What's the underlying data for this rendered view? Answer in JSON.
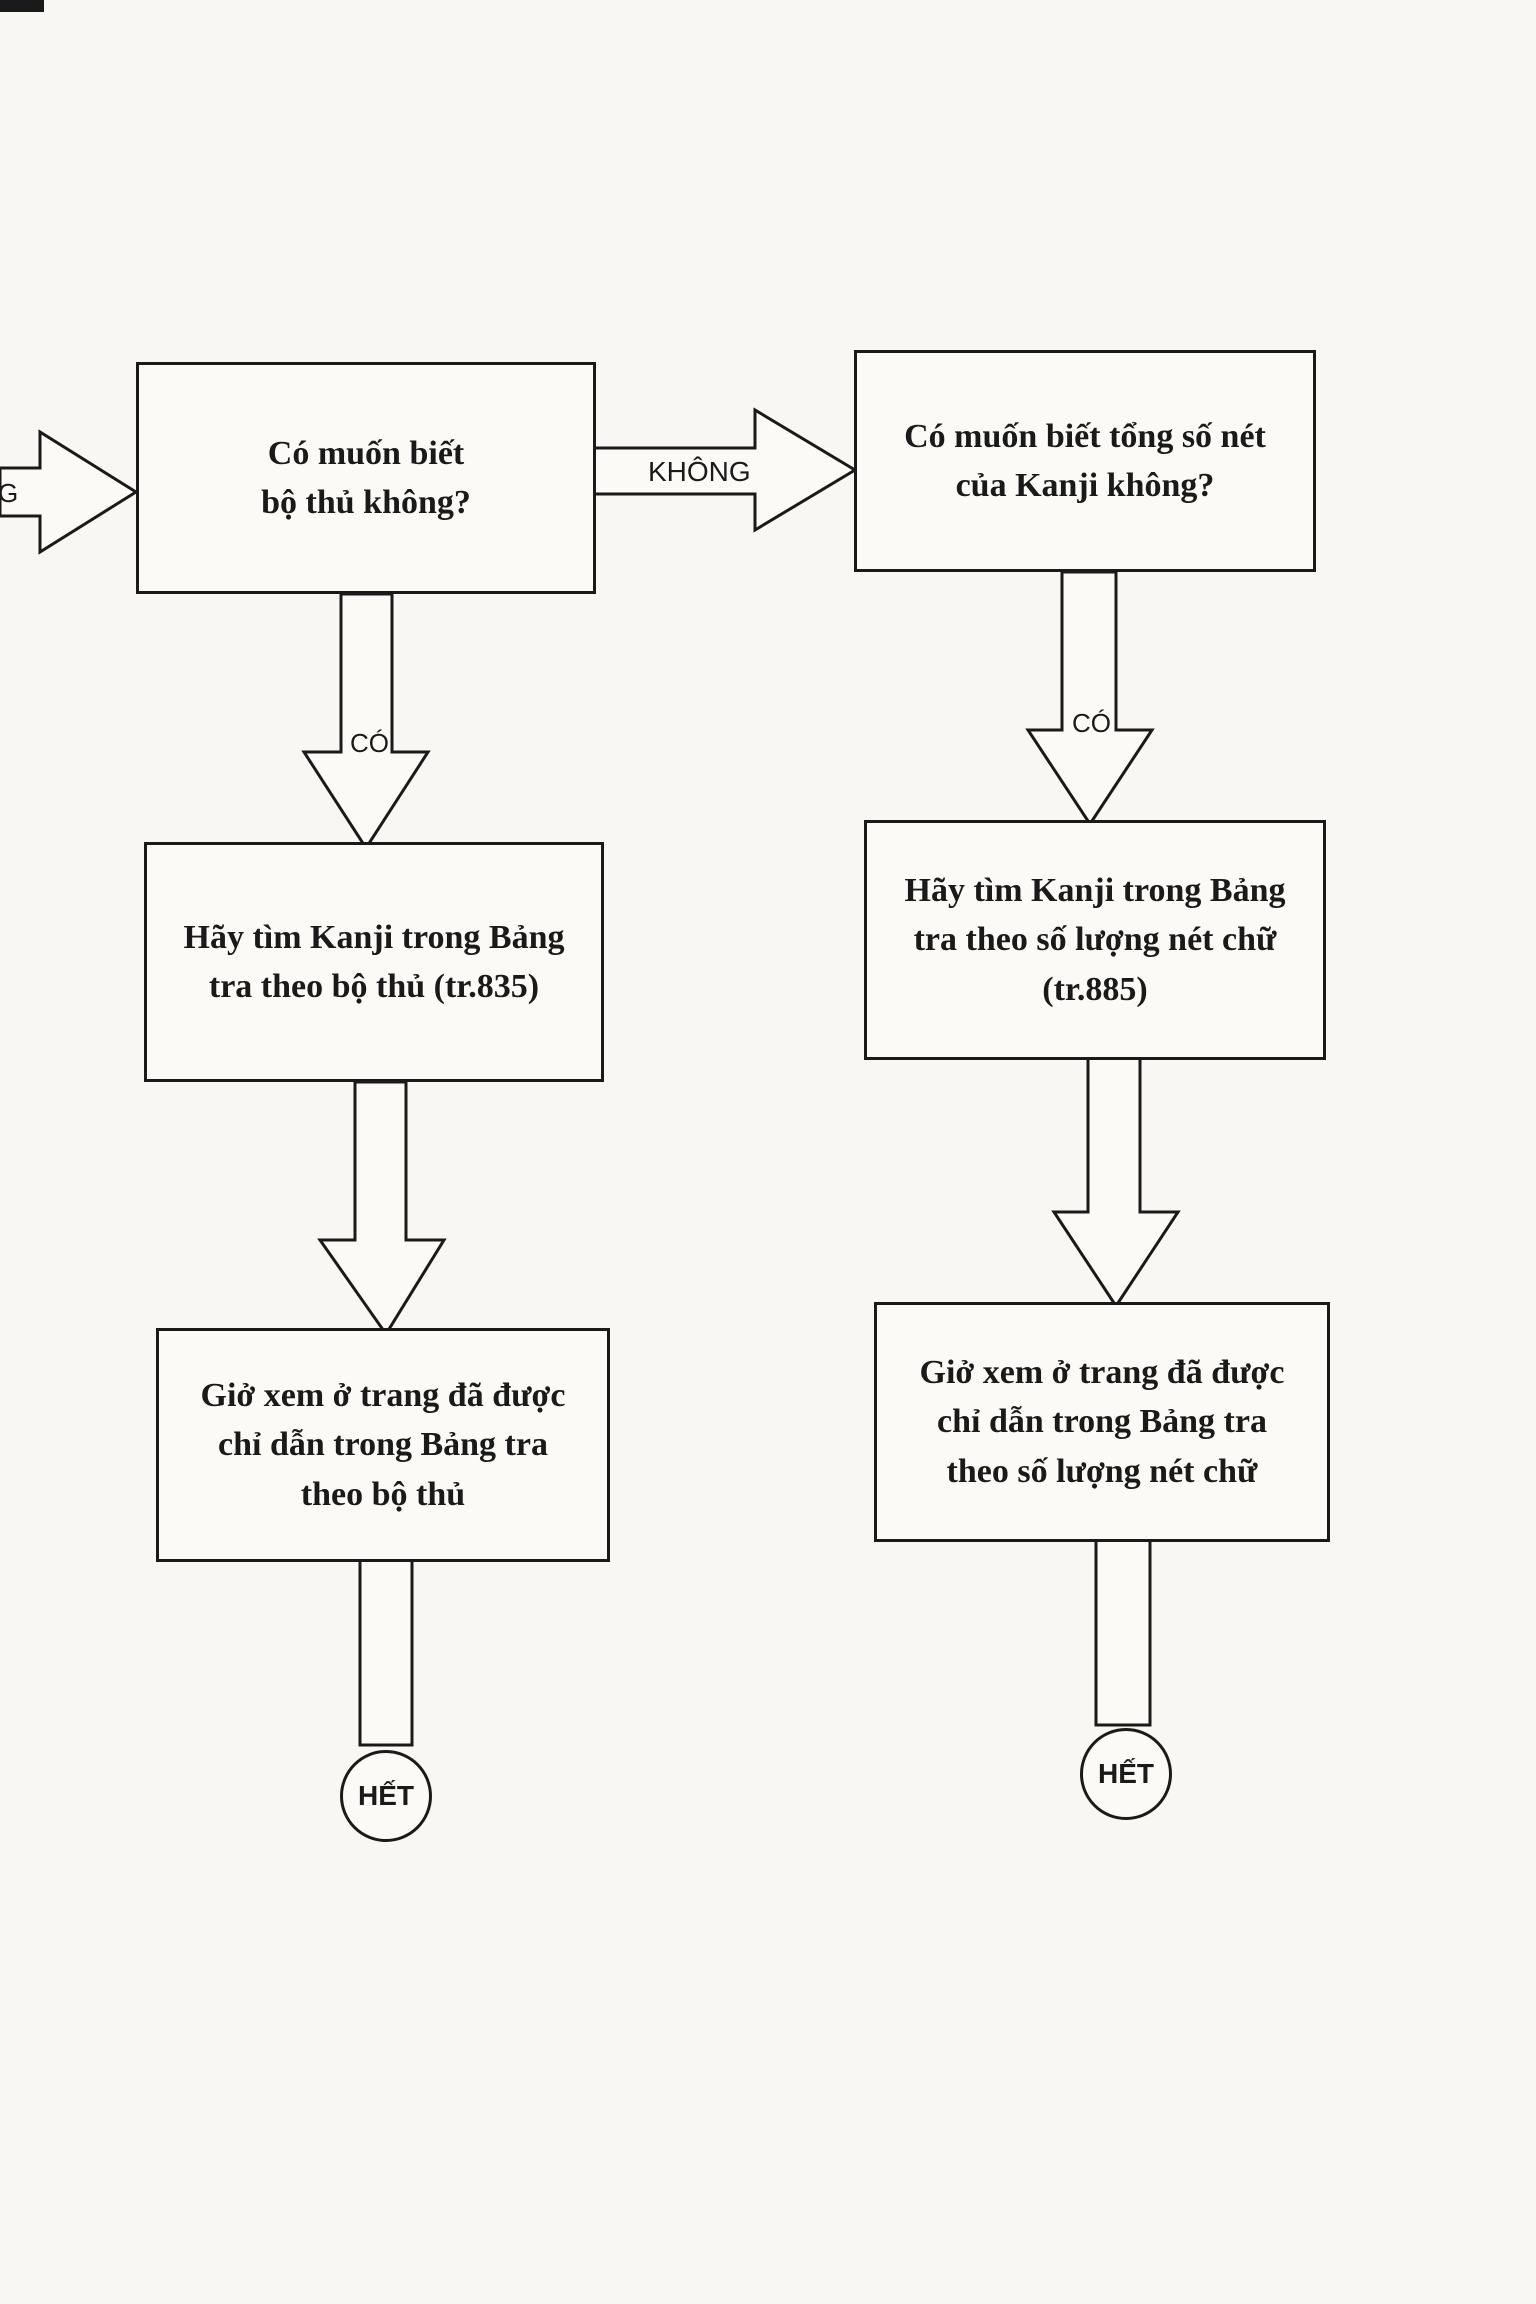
{
  "left_branch": {
    "entry_label": "G",
    "question": "Có muốn biết\nbộ thủ không?",
    "yes_label": "CÓ",
    "action": "Hãy tìm Kanji trong Bảng\ntra theo bộ thủ (tr.835)",
    "result": "Giở xem ở trang đã được\nchỉ dẫn trong Bảng tra\ntheo bộ thủ",
    "end_label": "HẾT"
  },
  "no_label": "KHÔNG",
  "right_branch": {
    "question": "Có muốn biết tổng số nét\ncủa Kanji không?",
    "yes_label": "CÓ",
    "action": "Hãy tìm Kanji trong Bảng\ntra theo số lượng nét chữ\n(tr.885)",
    "result": "Giở xem ở trang đã được\nchỉ dẫn trong Bảng tra\ntheo số lượng nét chữ",
    "end_label": "HẾT"
  }
}
